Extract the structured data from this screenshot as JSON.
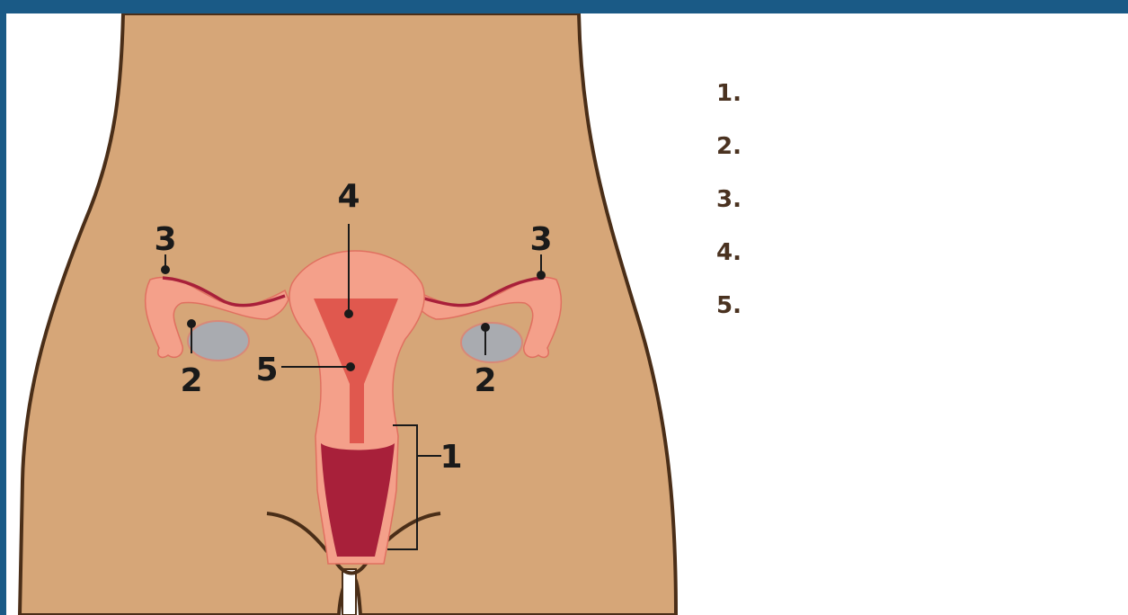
{
  "labels": {
    "vagina": "1",
    "ovary_left": "2",
    "ovary_right": "2",
    "tube_left": "3",
    "tube_right": "3",
    "uterus": "4",
    "cervix": "5"
  },
  "answer_list": [
    "1.",
    "2.",
    "3.",
    "4.",
    "5."
  ],
  "colors": {
    "frame": "#1a5a86",
    "skin": "#d6a678",
    "outline": "#4a2e18",
    "organ": "#f4a08a",
    "cavity": "#e0584e",
    "vaginal_canal": "#a8203a",
    "ovary": "#a9abb0"
  }
}
